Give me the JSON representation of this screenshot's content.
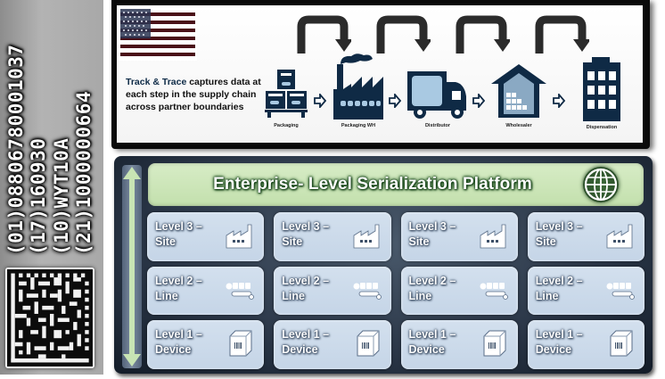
{
  "barcode_strip": {
    "human_readable_lines": [
      "(01)08806780001037",
      "(17)160930",
      "(10)WYT10A",
      "(21)1000000664"
    ],
    "symbol": "data-matrix-2d-barcode"
  },
  "supply_chain": {
    "flag": "us-flag-icon",
    "description": {
      "highlight": "Track & Trace",
      "rest": " captures data at each step in the supply chain across partner boundaries"
    },
    "steps": [
      {
        "label": "Packaging",
        "icon": "packaging-boxes-icon"
      },
      {
        "label": "Packaging WH",
        "icon": "factory-icon"
      },
      {
        "label": "Distributor",
        "icon": "truck-icon"
      },
      {
        "label": "Wholesaler",
        "icon": "warehouse-icon"
      },
      {
        "label": "Dispensation",
        "icon": "building-icon"
      }
    ],
    "colors": {
      "icon_navy": "#0f2a45",
      "icon_fill_light": "#a9c9e2",
      "frame": "#0a0a0a",
      "loop_arrow": "#2b2b2b"
    }
  },
  "platform": {
    "title": "Enterprise- Level Serialization Platform",
    "title_icon": "globe-icon",
    "levels": [
      {
        "line1": "Level 3 –",
        "line2": "Site",
        "icon": "factory-icon"
      },
      {
        "line1": "Level 2 –",
        "line2": "Line",
        "icon": "conveyor-line-icon"
      },
      {
        "line1": "Level 1 –",
        "line2": "Device",
        "icon": "device-box-icon"
      }
    ],
    "columns": 4,
    "grid": [
      [
        {
          "line1": "Level 3 –",
          "line2": "Site"
        },
        {
          "line1": "Level 3 –",
          "line2": "Site"
        },
        {
          "line1": "Level 3 –",
          "line2": "Site"
        },
        {
          "line1": "Level 3 –",
          "line2": "Site"
        }
      ],
      [
        {
          "line1": "Level 2 –",
          "line2": "Line"
        },
        {
          "line1": "Level 2 –",
          "line2": "Line"
        },
        {
          "line1": "Level 2 –",
          "line2": "Line"
        },
        {
          "line1": "Level 2 –",
          "line2": "Line"
        }
      ],
      [
        {
          "line1": "Level 1 –",
          "line2": "Device"
        },
        {
          "line1": "Level 1 –",
          "line2": "Device"
        },
        {
          "line1": "Level 1 –",
          "line2": "Device"
        },
        {
          "line1": "Level 1 –",
          "line2": "Device"
        }
      ]
    ],
    "colors": {
      "header_green": "#c8e4b4",
      "cell_blue": "#cbdaea",
      "panel_dark": "#1e2a3a",
      "bidirectional_arrow": "#c8e4b4"
    }
  }
}
